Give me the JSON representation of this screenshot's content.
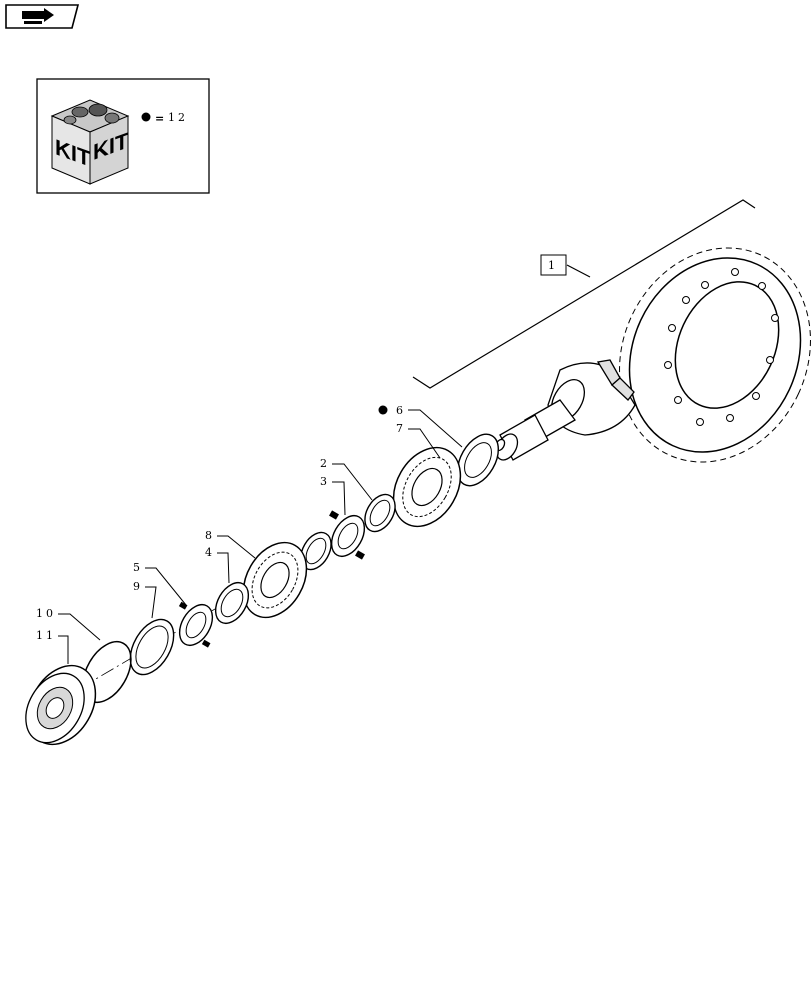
{
  "nav": {
    "icon": "page-navigation-icon"
  },
  "legend": {
    "kit_word": "KIT",
    "kit_word_2": "KIT",
    "marker_icon": "filled-dot-icon",
    "equals": "=",
    "kit_ref": "12"
  },
  "assembly_ref": "1",
  "callouts": {
    "c2": "2",
    "c3": "3",
    "c4": "4",
    "c5": "5",
    "c6": "6",
    "c7": "7",
    "c8": "8",
    "c9": "9",
    "c10": "10",
    "c11": "11"
  }
}
